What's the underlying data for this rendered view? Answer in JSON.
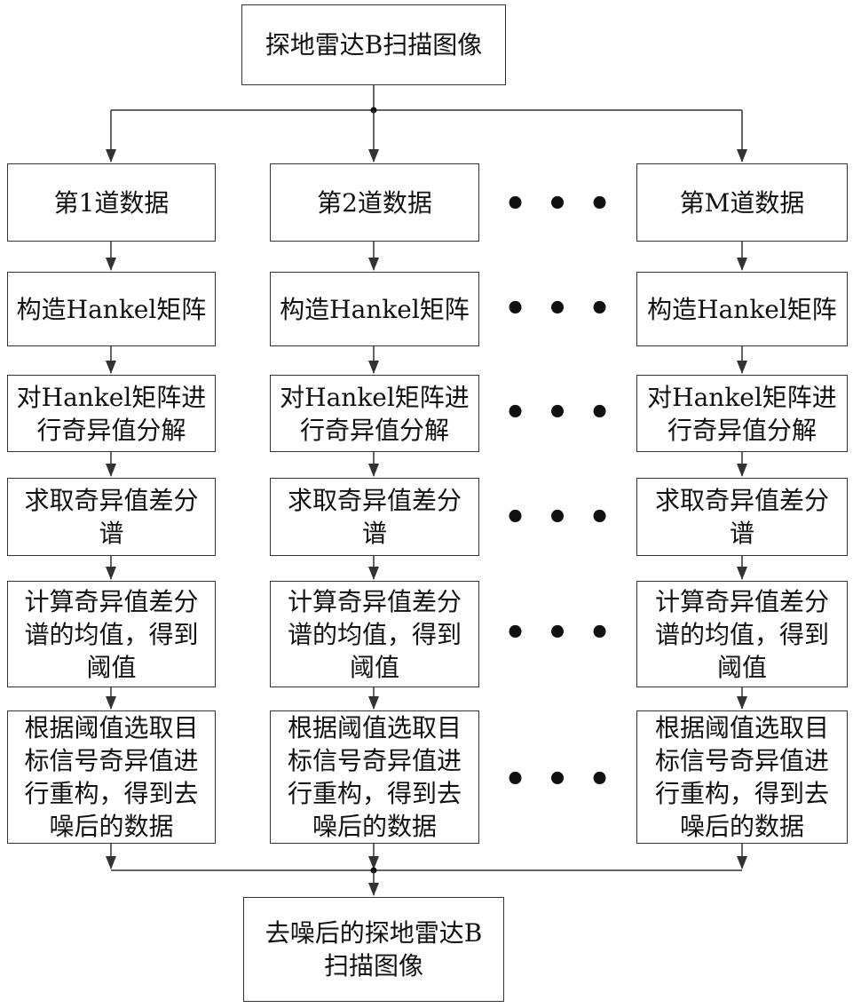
{
  "top": {
    "title": "探地雷达B扫描图像"
  },
  "columns": [
    {
      "steps": [
        "第1道数据",
        "构造Hankel矩阵",
        "对Hankel矩阵进\n行奇异值分解",
        "求取奇异值差分\n谱",
        "计算奇异值差分\n谱的均值，得到\n阈值",
        "根据阈值选取目\n标信号奇异值进\n行重构，得到去\n噪后的数据"
      ]
    },
    {
      "steps": [
        "第2道数据",
        "构造Hankel矩阵",
        "对Hankel矩阵进\n行奇异值分解",
        "求取奇异值差分\n谱",
        "计算奇异值差分\n谱的均值，得到\n阈值",
        "根据阈值选取目\n标信号奇异值进\n行重构，得到去\n噪后的数据"
      ]
    },
    {
      "steps": [
        "第M道数据",
        "构造Hankel矩阵",
        "对Hankel矩阵进\n行奇异值分解",
        "求取奇异值差分\n谱",
        "计算奇异值差分\n谱的均值，得到\n阈值",
        "根据阈值选取目\n标信号奇异值进\n行重构，得到去\n噪后的数据"
      ]
    }
  ],
  "ellipsis": [
    "• • •",
    "• • •",
    "• • •",
    "• • •",
    "• • •",
    "• • •"
  ],
  "bottom": {
    "title": "去噪后的探地雷达B\n扫描图像"
  }
}
